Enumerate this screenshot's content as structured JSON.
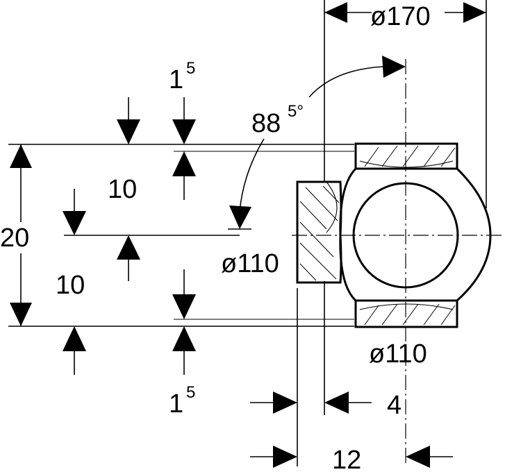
{
  "labels": {
    "dia_170": "ø170",
    "dia_110_left": "ø110",
    "dia_110_bottom": "ø110",
    "angle_main": "88",
    "angle_sup": "5°",
    "dim_20": "20",
    "dim_10_top": "10",
    "dim_10_bottom": "10",
    "dim_1_top": "1",
    "dim_1_top_sup": "5",
    "dim_1_bottom": "1",
    "dim_1_bottom_sup": "5",
    "dim_4": "4",
    "dim_12": "12"
  }
}
